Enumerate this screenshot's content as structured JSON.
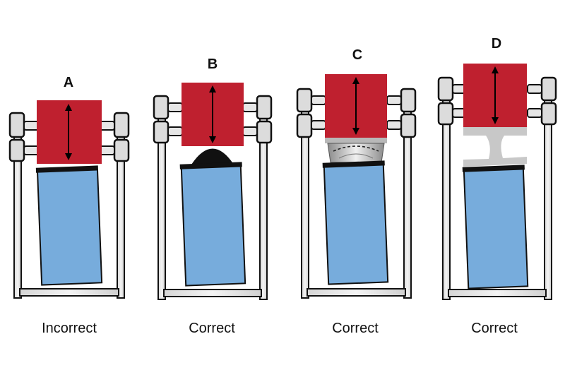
{
  "panels": [
    {
      "letter": "A",
      "caption": "Incorrect"
    },
    {
      "letter": "B",
      "caption": "Correct"
    },
    {
      "letter": "C",
      "caption": "Correct"
    },
    {
      "letter": "D",
      "caption": "Correct"
    }
  ],
  "colors": {
    "load_block": "#bf202f",
    "specimen": "#77acdc",
    "frame_outline": "#111111",
    "frame_fill": "#e0e0e0",
    "platen_black": "#111111",
    "swivel_gray": "#c0c0c0",
    "adapter_gray": "#c8c8c8",
    "arrow": "#000000"
  },
  "icons": {
    "load_direction": "double-headed-vertical-arrow",
    "ball_seat": "black-dome",
    "spherical_seat": "gray-spherical-bearing",
    "adapter": "gray-i-beam-adapter"
  }
}
